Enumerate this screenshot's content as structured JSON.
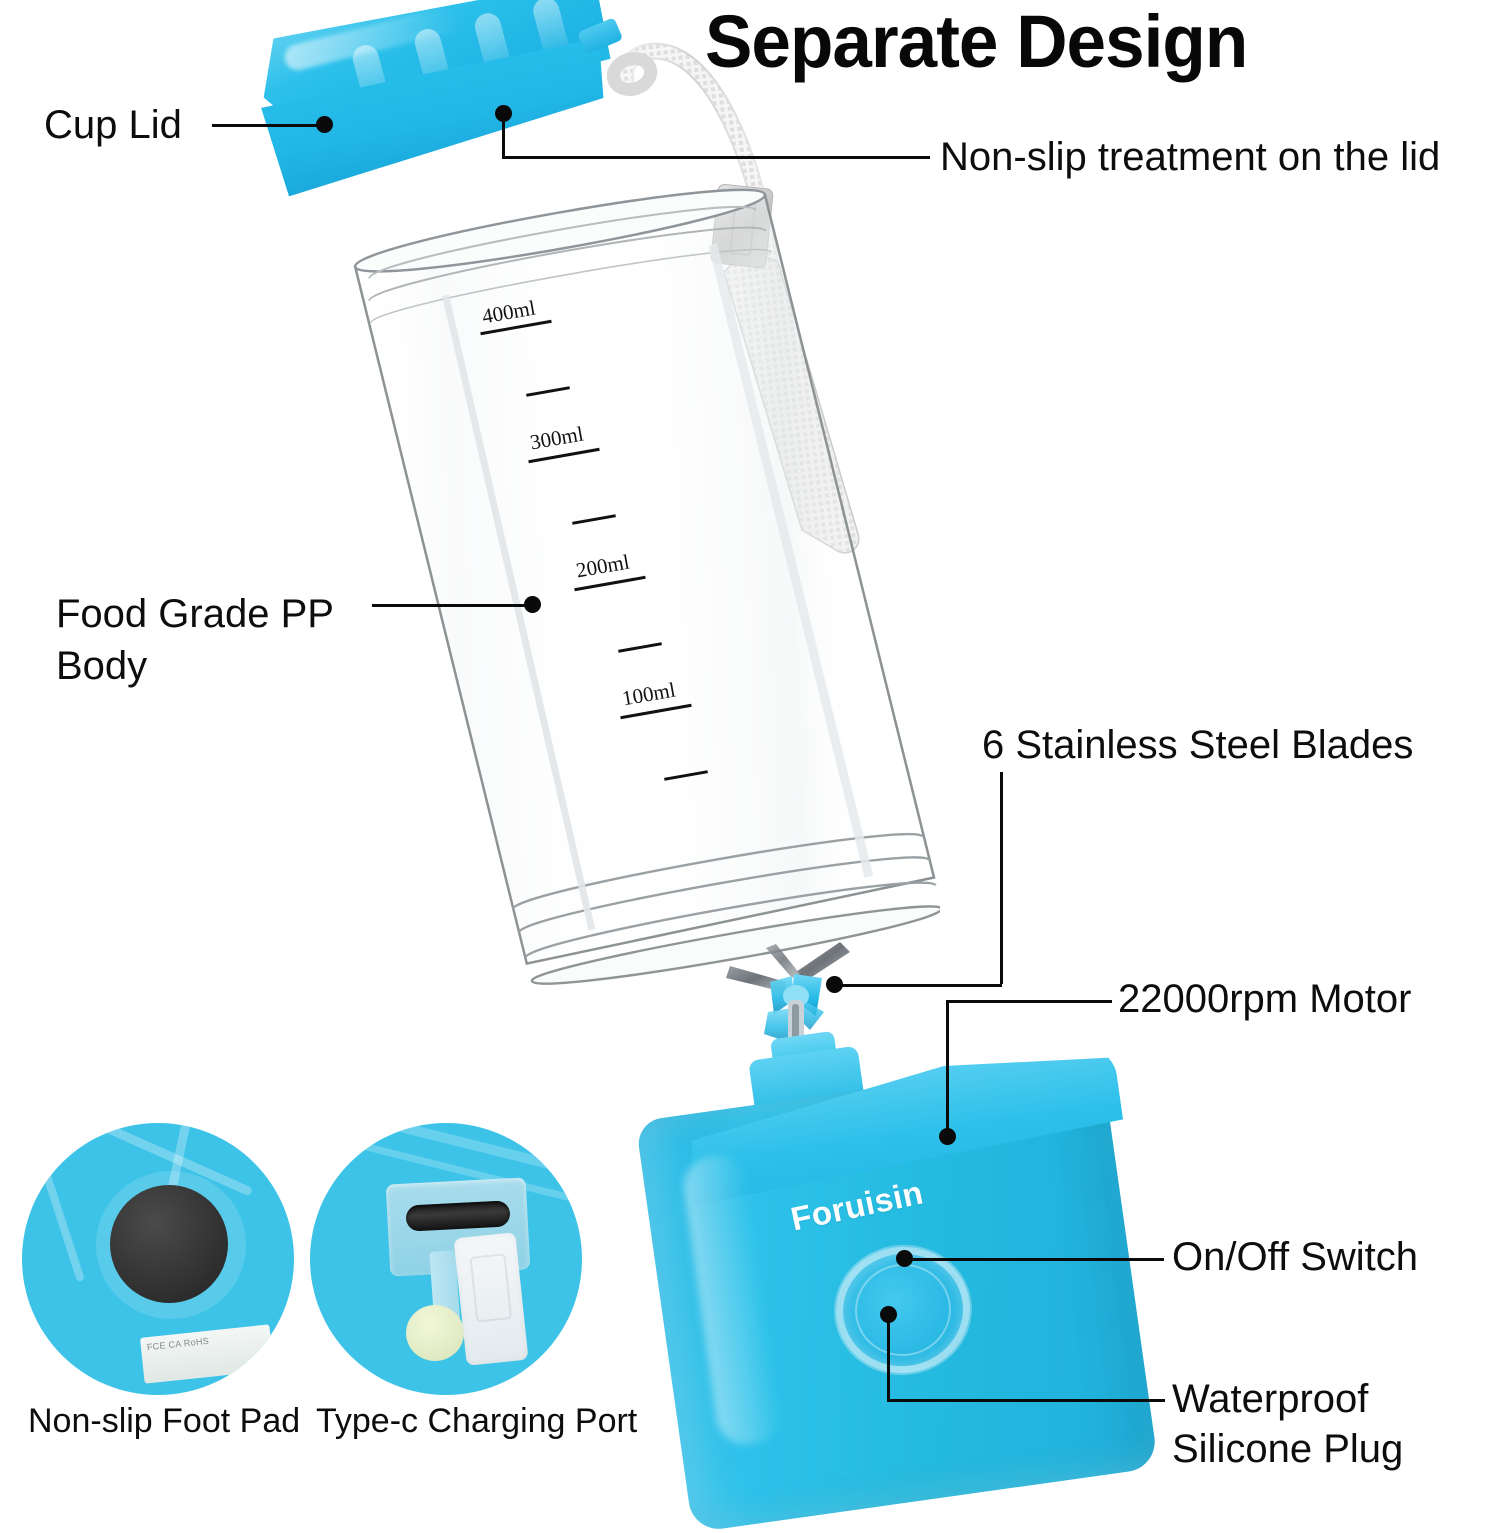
{
  "title": "Separate Design",
  "callouts": {
    "cup_lid": "Cup Lid",
    "non_slip_lid": "Non-slip treatment on the lid",
    "body": "Food Grade PP\nBody",
    "body_line1": "Food Grade PP",
    "body_line2": "Body",
    "blades": "6 Stainless Steel Blades",
    "motor": "22000rpm Motor",
    "switch": "On/Off Switch",
    "plug_line1": "Waterproof",
    "plug_line2": "Silicone Plug"
  },
  "bottle": {
    "brand": "Foruisin",
    "measurements": [
      {
        "label": "400ml",
        "value": 400
      },
      {
        "label": "300ml",
        "value": 300
      },
      {
        "label": "200ml",
        "value": 200
      },
      {
        "label": "100ml",
        "value": 100
      }
    ]
  },
  "insets": [
    {
      "caption": "Non-slip Foot Pad",
      "icon": "foot-pad-icon"
    },
    {
      "caption": "Type-c Charging Port",
      "icon": "usb-c-port-icon"
    }
  ],
  "colors": {
    "accent_blue": "#24BAE6",
    "accent_blue_light": "#4FCAEF",
    "accent_blue_dark": "#1AA9DC",
    "line_black": "#0A0A0A",
    "strap_gray": "#CFCFCF",
    "foot_pad_dark": "#2E2E2E",
    "background": "#FFFFFF"
  },
  "inset_label_text": "FCE CA RoHS"
}
